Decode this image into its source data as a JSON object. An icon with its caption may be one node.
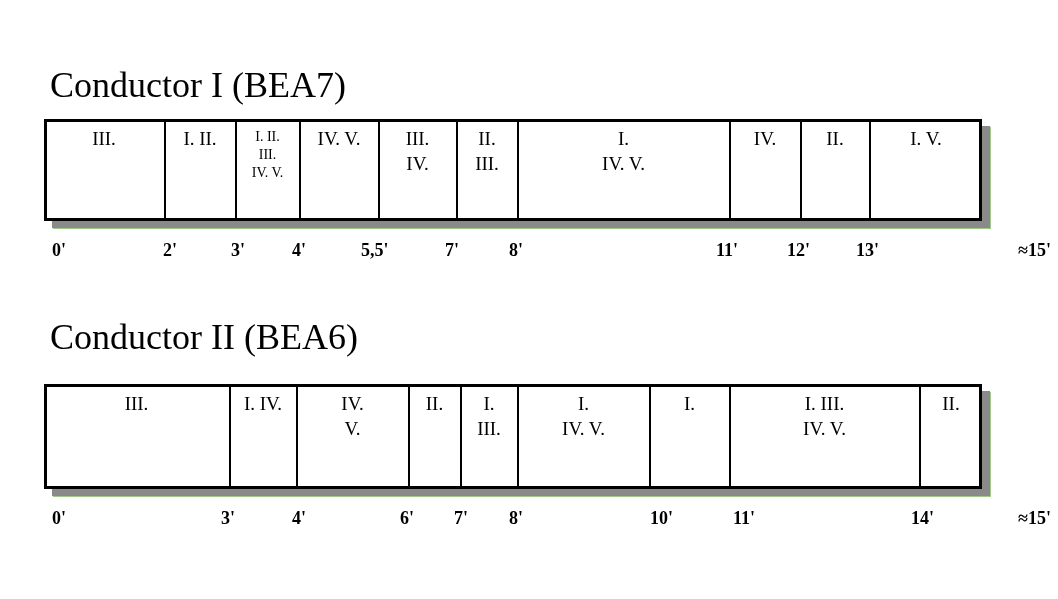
{
  "diagram": {
    "nodes": [
      {
        "text": [],
        "shape": "bar"
      },
      {
        "text": [
          "III."
        ],
        "in": 0
      },
      {
        "text": [
          "I. II."
        ],
        "in": 0
      },
      {
        "text": [
          "I. II. III. IV. V."
        ],
        "in": 0
      },
      {
        "text": [
          "IV. V."
        ],
        "in": 0
      },
      {
        "text": [
          "III. IV."
        ],
        "in": 0
      },
      {
        "text": [
          "II. III."
        ],
        "in": 0
      },
      {
        "text": [
          "I. IV. V."
        ],
        "in": 0
      },
      {
        "text": [
          "IV."
        ],
        "in": 0
      },
      {
        "text": [
          "II."
        ],
        "in": 0
      },
      {
        "text": [
          "I. V."
        ],
        "in": 0
      },
      {
        "text": [],
        "shape": "bar"
      },
      {
        "text": [
          "III."
        ],
        "in": 11
      },
      {
        "text": [
          "I. IV."
        ],
        "in": 11
      },
      {
        "text": [
          "IV. V."
        ],
        "in": 11
      },
      {
        "text": [
          "II."
        ],
        "in": 11
      },
      {
        "text": [
          "I. III."
        ],
        "in": 11
      },
      {
        "text": [
          "I. IV. V."
        ],
        "in": 11
      },
      {
        "text": [
          "I."
        ],
        "in": 11
      },
      {
        "text": [
          "I. III. IV. V."
        ],
        "in": 11
      },
      {
        "text": [
          "II."
        ],
        "in": 11
      }
    ],
    "edges": [],
    "labels": [
      "Conductor I (BEA7)",
      "0'",
      "2'",
      "3'",
      "4'",
      "5,5'",
      "7'",
      "8'",
      "11'",
      "12'",
      "13'",
      "≈15'",
      "Conductor II (BEA6)",
      "0'",
      "3'",
      "4'",
      "6'",
      "7'",
      "8'",
      "10'",
      "11'",
      "14'",
      "≈15'"
    ]
  }
}
